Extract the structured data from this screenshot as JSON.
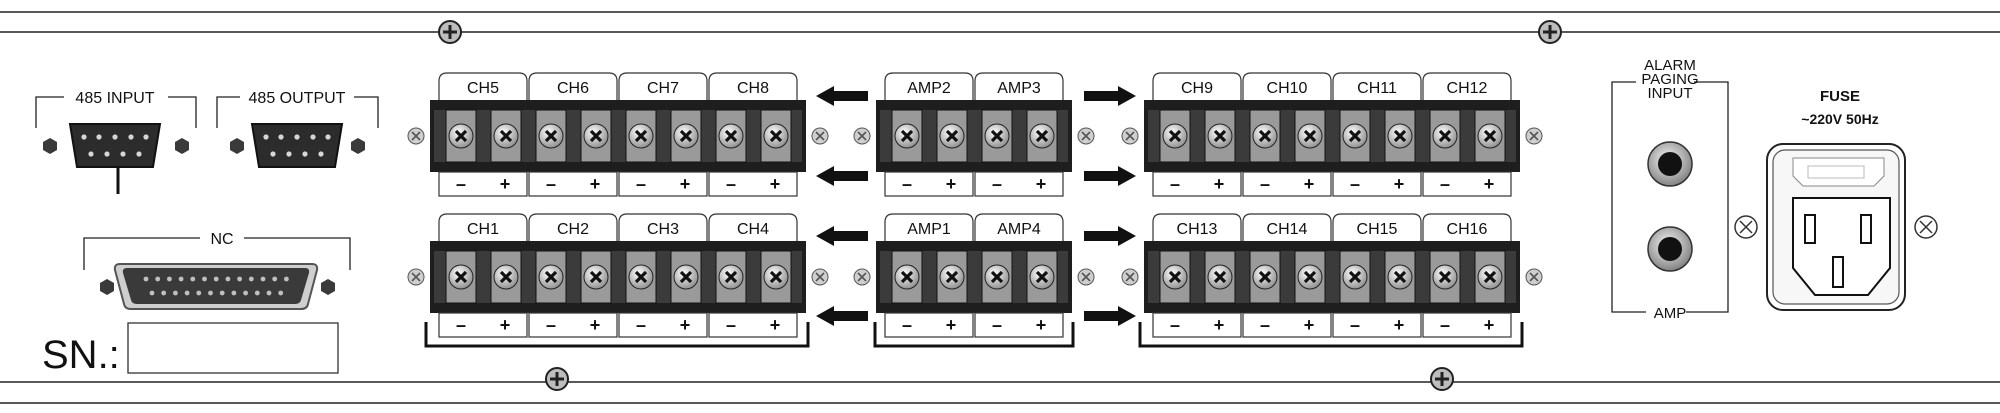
{
  "connectors": {
    "rs485_input_label": "485 INPUT",
    "rs485_output_label": "485 OUTPUT",
    "nc_label": "NC",
    "serial_number_label": "SN.:"
  },
  "terminal_groups": [
    {
      "id": "top-left",
      "channels": [
        "CH5",
        "CH6",
        "CH7",
        "CH8"
      ]
    },
    {
      "id": "top-mid",
      "channels": [
        "AMP2",
        "AMP3"
      ]
    },
    {
      "id": "top-right",
      "channels": [
        "CH9",
        "CH10",
        "CH11",
        "CH12"
      ]
    },
    {
      "id": "bottom-left",
      "channels": [
        "CH1",
        "CH2",
        "CH3",
        "CH4"
      ]
    },
    {
      "id": "bottom-mid",
      "channels": [
        "AMP1",
        "AMP4"
      ]
    },
    {
      "id": "bottom-right",
      "channels": [
        "CH13",
        "CH14",
        "CH15",
        "CH16"
      ]
    }
  ],
  "polarity": {
    "negative": "–",
    "positive": "+"
  },
  "audio": {
    "top_label_line1": "ALARM",
    "top_label_line2": "PAGING",
    "top_label_line3": "INPUT",
    "bottom_label": "AMP"
  },
  "power": {
    "fuse_label": "FUSE",
    "voltage_label": "~220V 50Hz"
  }
}
